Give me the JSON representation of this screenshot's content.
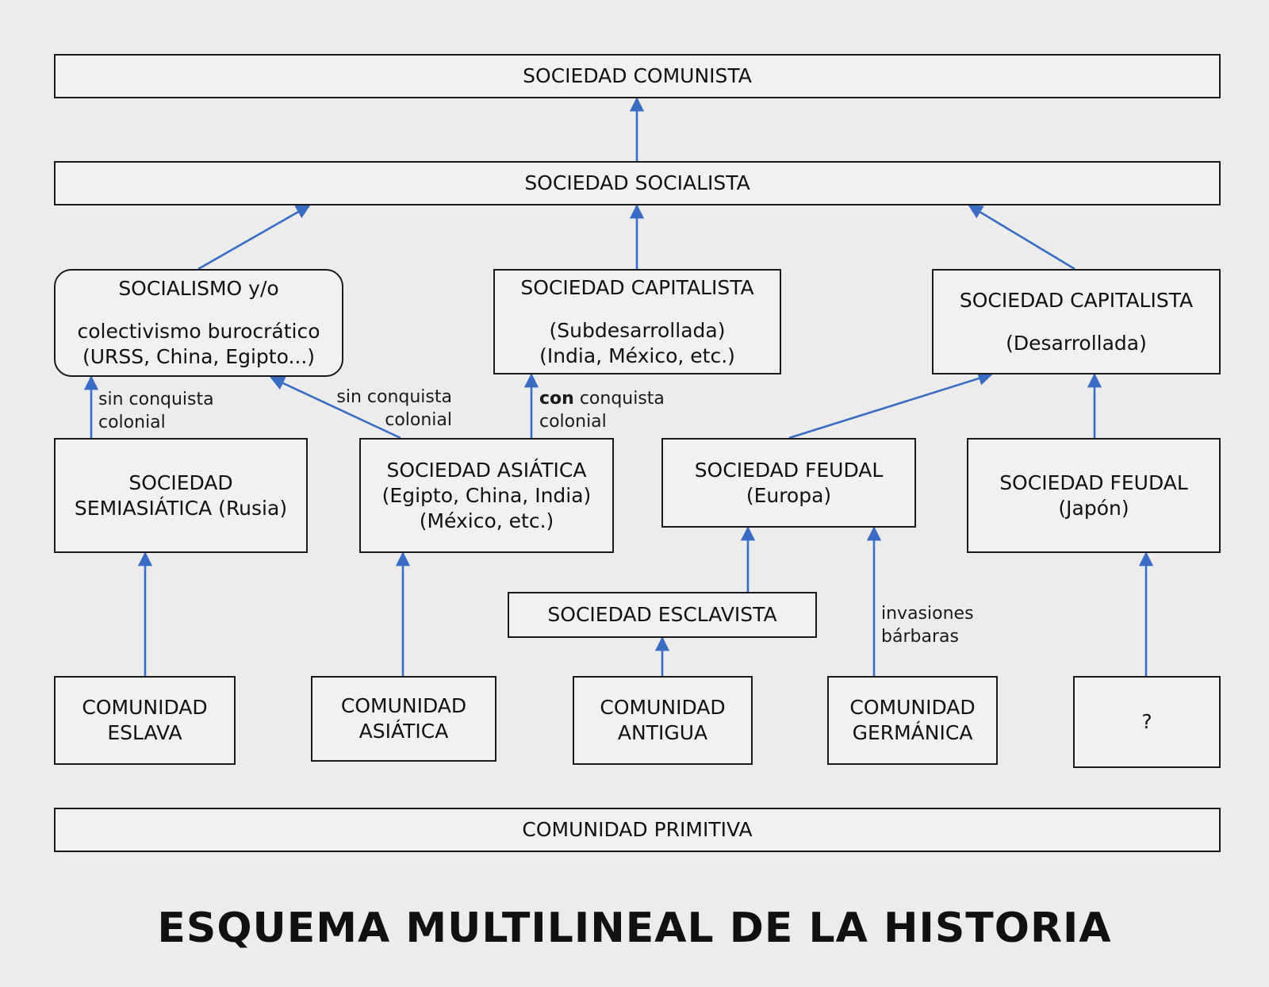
{
  "title": "ESQUEMA MULTILINEAL DE LA HISTORIA",
  "colors": {
    "arrow": "#3b6cc4",
    "border": "#1a1a1a"
  },
  "nodes": {
    "comunista": {
      "lines": [
        "SOCIEDAD COMUNISTA"
      ]
    },
    "socialista": {
      "lines": [
        "SOCIEDAD SOCIALISTA"
      ]
    },
    "socialismo_burocratico": {
      "line1": "SOCIALISMO y/o",
      "line2": "colectivismo burocrático",
      "line3": "(URSS, China, Egipto...)"
    },
    "capitalista_sub": {
      "line1": "SOCIEDAD CAPITALISTA",
      "line2": "(Subdesarrollada)",
      "line3": "(India, México, etc.)"
    },
    "capitalista_des": {
      "line1": "SOCIEDAD CAPITALISTA",
      "line2": "(Desarrollada)"
    },
    "semiasiatica": {
      "line1": "SOCIEDAD",
      "line2": "SEMIASIÁTICA (Rusia)"
    },
    "asiatica": {
      "line1": "SOCIEDAD ASIÁTICA",
      "line2": "(Egipto, China, India)",
      "line3": "(México, etc.)"
    },
    "feudal_europa": {
      "line1": "SOCIEDAD FEUDAL",
      "line2": "(Europa)"
    },
    "feudal_japon": {
      "line1": "SOCIEDAD FEUDAL",
      "line2": "(Japón)"
    },
    "esclavista": {
      "line1": "SOCIEDAD ESCLAVISTA"
    },
    "com_eslava": {
      "line1": "COMUNIDAD",
      "line2": "ESLAVA"
    },
    "com_asiatica": {
      "line1": "COMUNIDAD",
      "line2": "ASIÁTICA"
    },
    "com_antigua": {
      "line1": "COMUNIDAD",
      "line2": "ANTIGUA"
    },
    "com_germanica": {
      "line1": "COMUNIDAD",
      "line2": "GERMÁNICA"
    },
    "com_desconocida": {
      "line1": "?"
    },
    "primitiva": {
      "line1": "COMUNIDAD PRIMITIVA"
    }
  },
  "edge_labels": {
    "sin_conquista_1": {
      "line1": "sin conquista",
      "line2": "colonial"
    },
    "sin_conquista_2": {
      "line1": "sin conquista",
      "line2": "colonial"
    },
    "con_conquista": {
      "bold": "con",
      "rest": " conquista",
      "line2": "colonial"
    },
    "invasiones": {
      "line1": "invasiones",
      "line2": "bárbaras"
    }
  },
  "edges": [
    [
      "socialista",
      "comunista"
    ],
    [
      "socialismo_burocratico",
      "socialista"
    ],
    [
      "capitalista_sub",
      "socialista"
    ],
    [
      "capitalista_des",
      "socialista"
    ],
    [
      "semiasiatica",
      "socialismo_burocratico"
    ],
    [
      "asiatica",
      "socialismo_burocratico"
    ],
    [
      "asiatica",
      "capitalista_sub"
    ],
    [
      "feudal_europa",
      "capitalista_des"
    ],
    [
      "feudal_japon",
      "capitalista_des"
    ],
    [
      "com_eslava",
      "semiasiatica"
    ],
    [
      "com_asiatica",
      "asiatica"
    ],
    [
      "esclavista",
      "feudal_europa"
    ],
    [
      "com_germanica",
      "feudal_europa"
    ],
    [
      "com_antigua",
      "esclavista"
    ],
    [
      "com_desconocida",
      "feudal_japon"
    ]
  ]
}
